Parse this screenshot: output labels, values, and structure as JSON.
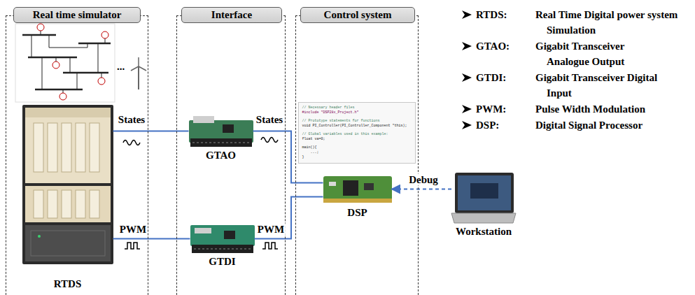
{
  "diagram": {
    "nodes": [
      {
        "text": [
          "Real time simulator"
        ]
      },
      {
        "text": [
          "Interface"
        ]
      },
      {
        "text": [
          "Control system"
        ]
      },
      {
        "text": [
          "RTDS"
        ],
        "in": 0
      },
      {
        "text": [
          "GTAO"
        ],
        "in": 1
      },
      {
        "text": [
          "GTDI"
        ],
        "in": 1
      },
      {
        "text": [
          "// Necessary header files",
          "#include \"DSP28x_Project.h\"",
          "// Prototype statements for functions",
          "void PI_Controller(PI_Controller_Component *this);",
          "// Global variables used in this example:",
          "float va=0;",
          "main(){",
          "...;",
          "}"
        ],
        "in": 2
      },
      {
        "text": [
          "DSP"
        ],
        "in": 2
      },
      {
        "text": [
          "Workstation"
        ]
      }
    ],
    "edges": [
      {
        "from": 3,
        "to": 4,
        "arrow": "none",
        "label": "States"
      },
      {
        "from": 4,
        "to": 7,
        "arrow": "none",
        "label": "States"
      },
      {
        "from": 7,
        "to": 5,
        "arrow": "none",
        "label": "PWM"
      },
      {
        "from": 5,
        "to": 3,
        "arrow": "none",
        "label": "PWM"
      },
      {
        "from": 8,
        "to": 7,
        "arrow": "to",
        "label": "Debug"
      }
    ],
    "labels": [
      "...",
      "RTDS:",
      "Real Time Digital power system Simulation",
      "GTAO:",
      "Gigabit Transceiver Analogue Output",
      "GTDI:",
      "Gigabit Transceiver Digital Input",
      "PWM:",
      "Pulse Width Modulation",
      "DSP:",
      "Digital Signal Processor"
    ]
  }
}
